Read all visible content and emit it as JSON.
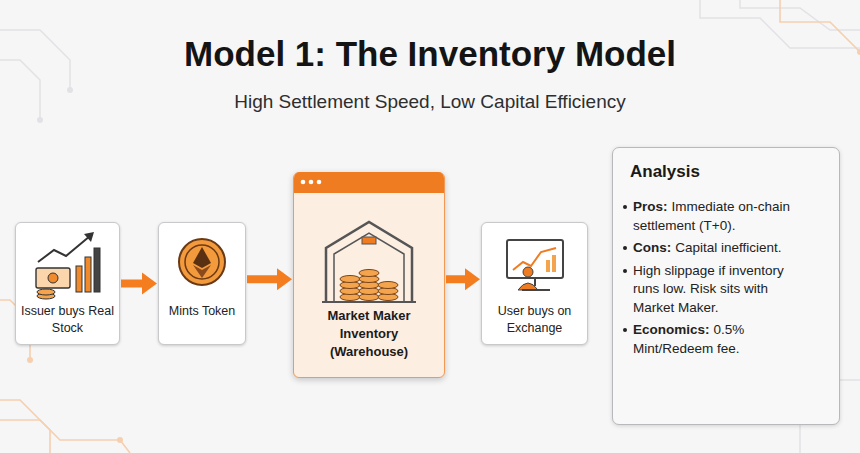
{
  "diagram": {
    "title": "Model 1: The Inventory Model",
    "nodes": [
      {
        "text": [
          "Issuer buys Real Stock"
        ]
      },
      {
        "text": [
          "Mints Token"
        ]
      },
      {
        "text": [
          "Market Maker Inventory (Warehouse)"
        ]
      },
      {
        "text": [
          "User buys on Exchange"
        ]
      },
      {
        "text": [
          "Analysis",
          "Pros:",
          "Immediate on-chain settlement (T+0).",
          "Cons:",
          "Capital inefficient.",
          "High slippage if inventory runs low. Risk sits with Market Maker.",
          "Economics:",
          "0.5% Mint/Redeem fee."
        ]
      }
    ],
    "edges": [
      {
        "from": 0,
        "to": 1,
        "arrow": "to"
      },
      {
        "from": 1,
        "to": 2,
        "arrow": "to"
      },
      {
        "from": 2,
        "to": 3,
        "arrow": "to"
      }
    ],
    "labels": [
      "High Settlement Speed, Low Capital Efficiency"
    ]
  }
}
